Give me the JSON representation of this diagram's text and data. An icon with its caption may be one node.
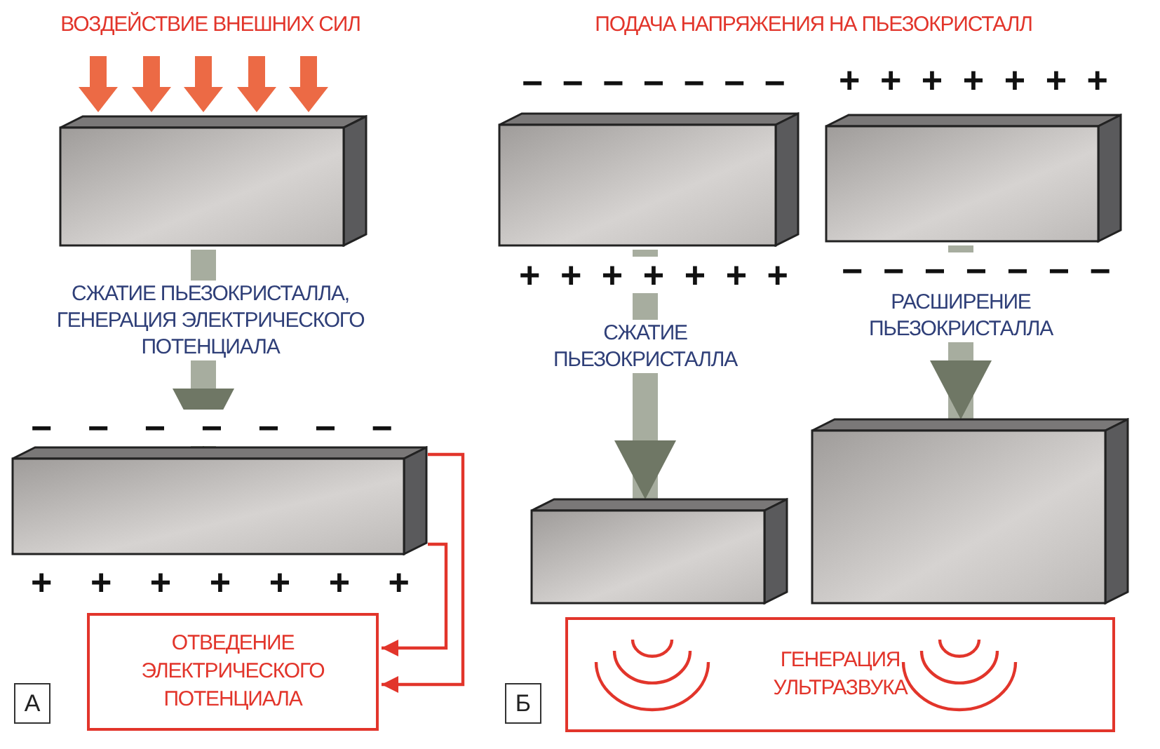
{
  "diagram": {
    "nodes": [
      {
        "text": [],
        "shape": "box"
      },
      {
        "text": [],
        "shape": "box"
      },
      {
        "text": [
          "ОТВЕДЕНИЕ ЭЛЕКТРИЧЕСКОГО ПОТЕНЦИАЛА"
        ]
      },
      {
        "text": [],
        "shape": "box"
      },
      {
        "text": [],
        "shape": "box"
      },
      {
        "text": [],
        "shape": "box"
      },
      {
        "text": [],
        "shape": "box"
      },
      {
        "text": [
          "ГЕНЕРАЦИЯ УЛЬТРАЗВУКА"
        ]
      },
      {
        "text": [
          "А"
        ]
      },
      {
        "text": [
          "Б"
        ]
      }
    ],
    "edges": [
      {
        "from": 0,
        "to": 1,
        "arrow": "to",
        "label": "СЖАТИЕ ПЬЕЗОКРИСТАЛЛА, ГЕНЕРАЦИЯ ЭЛЕКТРИЧЕСКОГО ПОТЕНЦИАЛА"
      },
      {
        "from": 1,
        "to": 2,
        "arrow": "to",
        "color": "#e2352b"
      },
      {
        "from": 1,
        "to": 2,
        "arrow": "to",
        "color": "#e2352b"
      },
      {
        "from": 3,
        "to": 5,
        "arrow": "to",
        "label": "СЖАТИЕ ПЬЕЗОКРИСТАЛЛА"
      },
      {
        "from": 4,
        "to": 6,
        "arrow": "to",
        "label": "РАСШИРЕНИЕ ПЬЕЗОКРИСТАЛЛА"
      }
    ],
    "labels": [
      "ВОЗДЕЙСТВИЕ ВНЕШНИХ СИЛ",
      "ПОДАЧА НАПРЯЖЕНИЯ НА ПЬЕЗОКРИСТАЛЛ",
      "− − − − − − −",
      "+ + + + + + +",
      "+ + + + + + +",
      "− − − − − − −",
      "− − − − − − −",
      "+ + + + + + +"
    ]
  }
}
